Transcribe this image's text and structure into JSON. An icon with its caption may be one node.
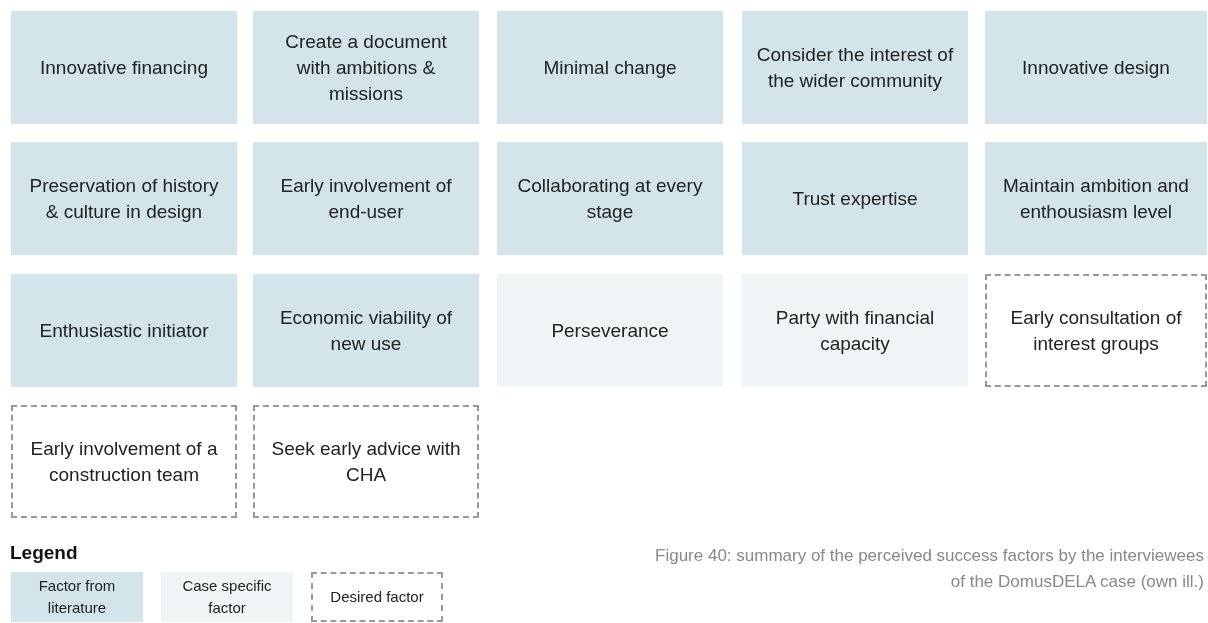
{
  "diagram": {
    "caption": "Figure 40: summary of the perceived success factors by the interviewees of the DomusDELA case (own ill.)",
    "nodes": [
      {
        "text": [
          "Innovative financing"
        ]
      },
      {
        "text": [
          "Create a document with ambitions & missions"
        ]
      },
      {
        "text": [
          "Minimal change"
        ]
      },
      {
        "text": [
          "Consider the interest of the wider community"
        ]
      },
      {
        "text": [
          "Innovative design"
        ]
      },
      {
        "text": [
          "Preservation of history & culture in design"
        ]
      },
      {
        "text": [
          "Early involvement of end-user"
        ]
      },
      {
        "text": [
          "Collaborating at every stage"
        ]
      },
      {
        "text": [
          "Trust expertise"
        ]
      },
      {
        "text": [
          "Maintain ambition and enthousiasm level"
        ]
      },
      {
        "text": [
          "Enthusiastic initiator"
        ]
      },
      {
        "text": [
          "Economic viability of new use"
        ]
      },
      {
        "text": [
          "Perseverance"
        ]
      },
      {
        "text": [
          "Party with financial capacity"
        ]
      },
      {
        "text": [
          "Early consultation of interest groups"
        ]
      },
      {
        "text": [
          "Early involvement of a construction team"
        ]
      },
      {
        "text": [
          "Seek early advice with CHA"
        ]
      }
    ],
    "labels": [
      "Legend"
    ],
    "legend": [
      {
        "text": "Factor from literature",
        "color": "#d3e4ea"
      },
      {
        "text": "Case specific factor",
        "color": "#eff5f7"
      },
      {
        "text": "Desired factor"
      }
    ]
  }
}
